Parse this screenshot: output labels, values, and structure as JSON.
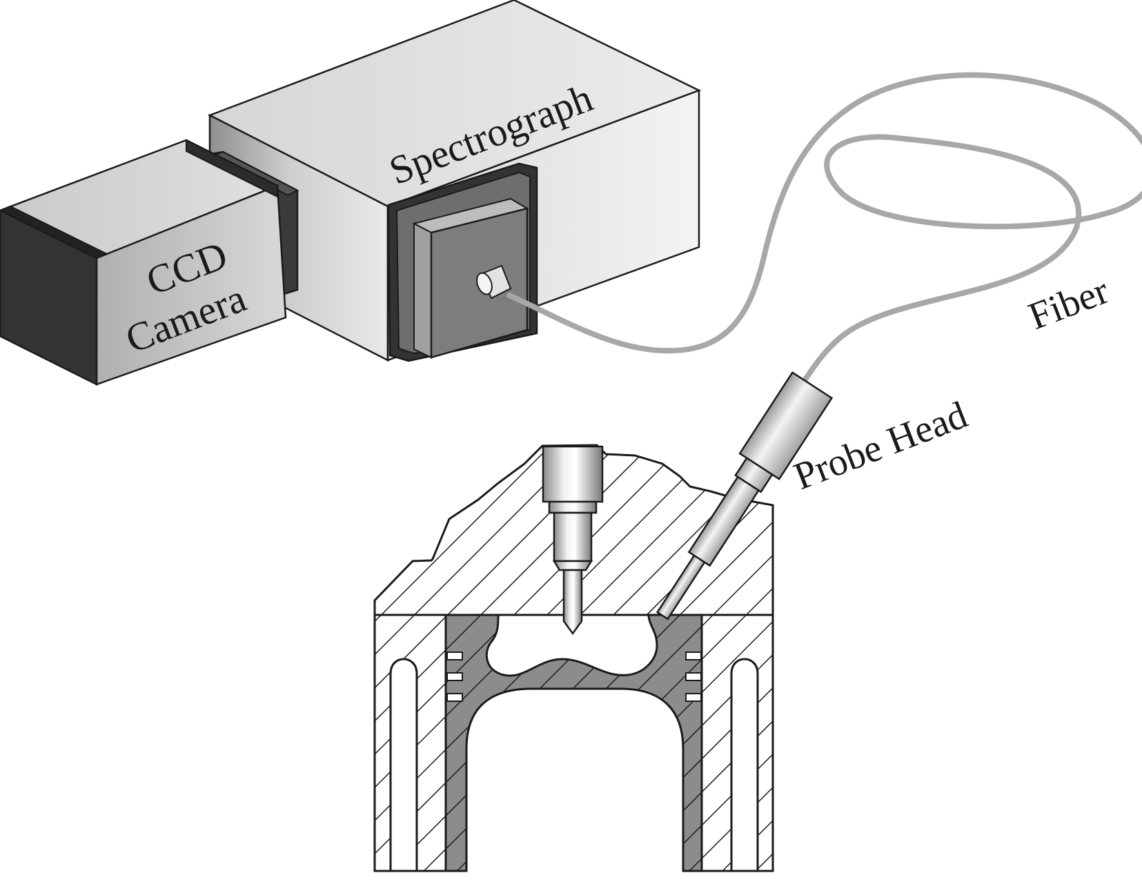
{
  "labels": {
    "spectrograph": "Spectrograph",
    "camera_line1": "CCD",
    "camera_line2": "Camera",
    "fiber": "Fiber",
    "probe_head": "Probe Head"
  },
  "colors": {
    "outline": "#1a1a1a",
    "dark_face": "#333333",
    "mid_face": "#6e6e6e",
    "plate": "#7d7d7d",
    "fiber": "#a8a8a8",
    "body_light": "#e6e6e6",
    "body_mid": "#b5b5b5",
    "hatch_gray": "#8c8c8c"
  },
  "components": [
    "ccd-camera",
    "spectrograph",
    "optical-fiber",
    "probe-head",
    "engine-cylinder-cross-section",
    "fuel-injector",
    "piston"
  ]
}
